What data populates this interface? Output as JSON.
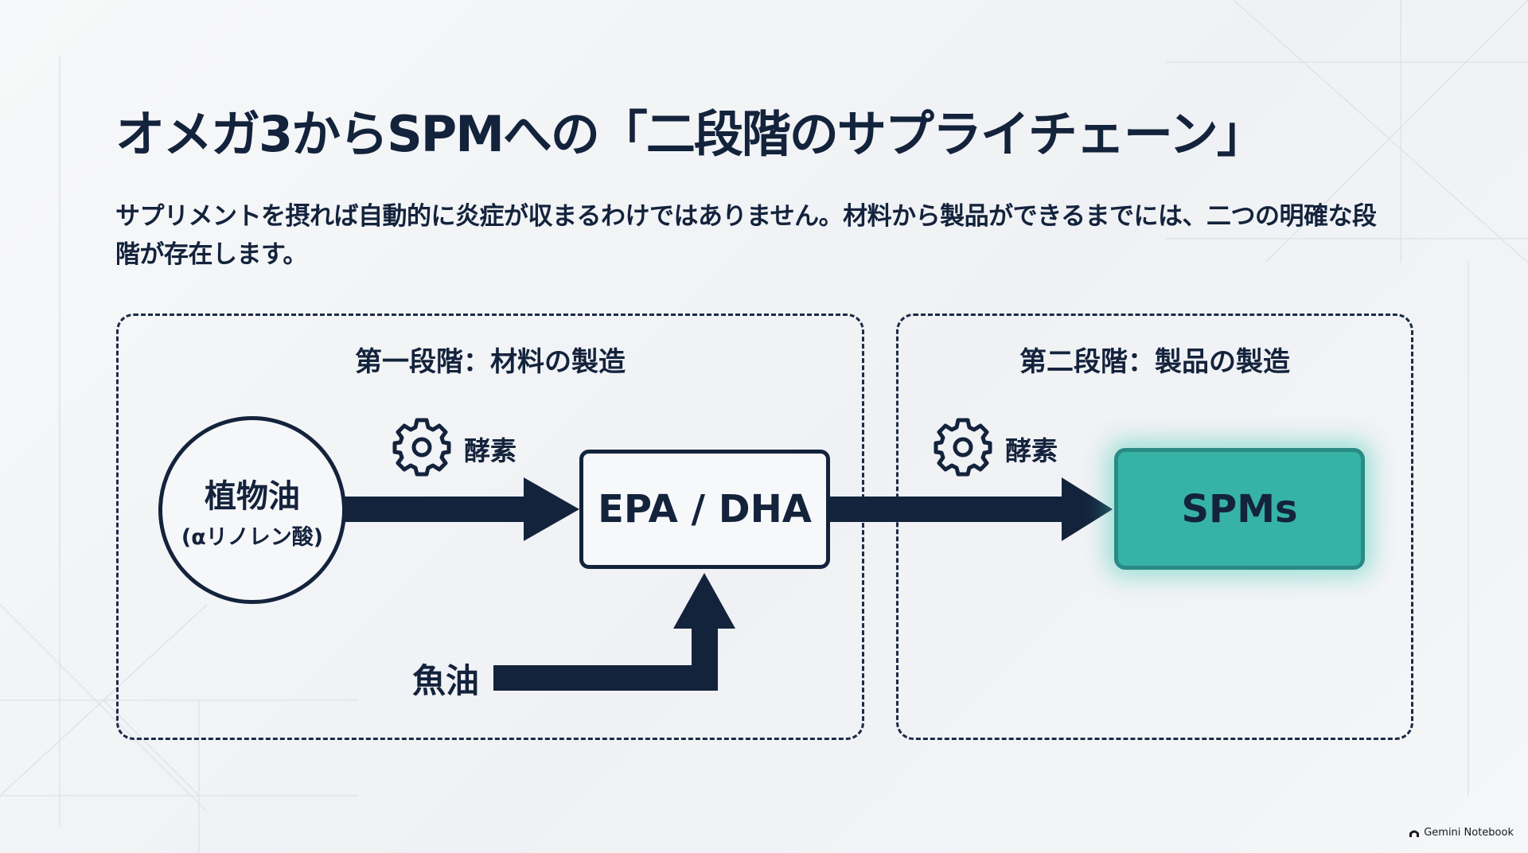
{
  "title": "オメガ3からSPMへの「二段階のサプライチェーン」",
  "subtitle": "サプリメントを摂れば自動的に炎症が収まるわけではありません。材料から製品ができるまでには、二つの明確な段階が存在します。",
  "stages": [
    {
      "title": "第一段階：材料の製造"
    },
    {
      "title": "第二段階：製品の製造"
    }
  ],
  "nodes": {
    "plant_oil": {
      "main": "植物油",
      "sub": "(αリノレン酸)"
    },
    "epa_dha": "EPA / DHA",
    "spms": "SPMs",
    "fish_oil": "魚油"
  },
  "enzymes": [
    "酵素",
    "酵素"
  ],
  "icons": {
    "enzyme": "gear-icon",
    "brand": "notebook-logo-icon"
  },
  "colors": {
    "text": "#14233c",
    "arrow": "#14233c",
    "spm_fill": "#37b3a5",
    "spm_glow": "#5fd6c6",
    "background": "#f3f4f6"
  },
  "brand": "Gemini Notebook"
}
